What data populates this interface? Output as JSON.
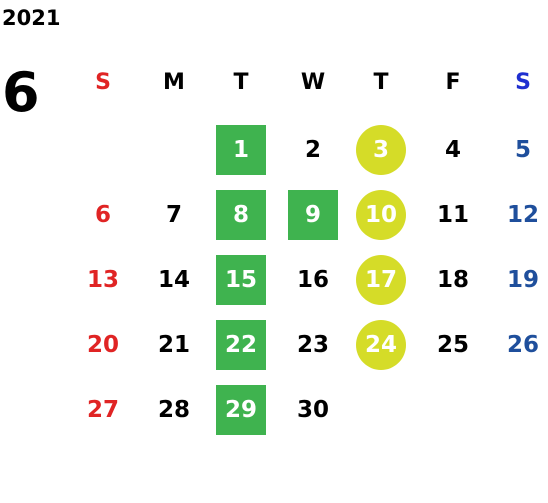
{
  "calendar": {
    "year": "2021",
    "month": "6",
    "colors": {
      "sunday": "#e02424",
      "saturday": "#1f4f9c",
      "weekday": "#000000",
      "highlight_text": "#ffffff",
      "green_highlight": "#3fb34f",
      "yellow_highlight": "#d5dc28"
    },
    "weekdays": [
      "S",
      "M",
      "T",
      "W",
      "T",
      "F",
      "S"
    ],
    "weekday_colors": [
      "#e02424",
      "#000000",
      "#000000",
      "#000000",
      "#000000",
      "#000000",
      "#1f2fd0"
    ],
    "weeks": [
      [
        null,
        null,
        "1",
        "2",
        "3",
        "4",
        "5"
      ],
      [
        "6",
        "7",
        "8",
        "9",
        "10",
        "11",
        "12"
      ],
      [
        "13",
        "14",
        "15",
        "16",
        "17",
        "18",
        "19"
      ],
      [
        "20",
        "21",
        "22",
        "23",
        "24",
        "25",
        "26"
      ],
      [
        "27",
        "28",
        "29",
        "30",
        null,
        null,
        null
      ]
    ],
    "green_days": [
      "1",
      "8",
      "9",
      "15",
      "22",
      "29"
    ],
    "yellow_days": [
      "3",
      "10",
      "17",
      "24"
    ]
  }
}
